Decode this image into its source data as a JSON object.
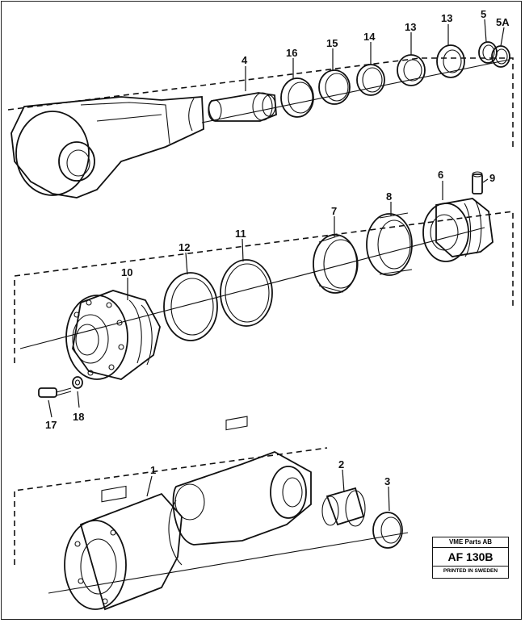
{
  "callouts": [
    "1",
    "2",
    "3",
    "4",
    "5",
    "5A",
    "6",
    "7",
    "8",
    "9",
    "10",
    "11",
    "12",
    "13",
    "13",
    "14",
    "15",
    "16",
    "17",
    "18"
  ],
  "stamp": {
    "company": "VME Parts AB",
    "code": "AF 130B",
    "printed": "PRINTED IN SWEDEN"
  }
}
